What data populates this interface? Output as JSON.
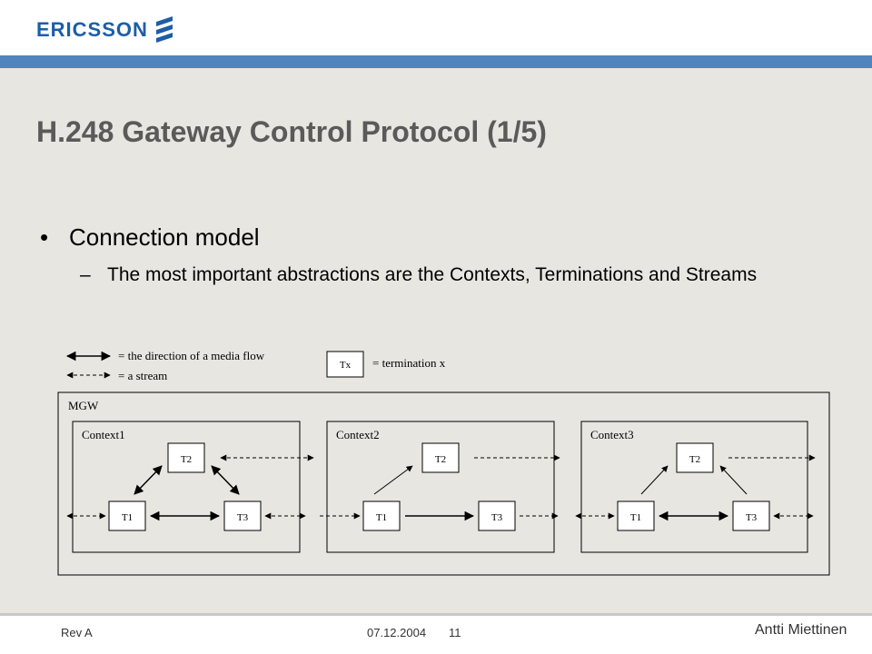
{
  "header": {
    "logo_text": "ERICSSON",
    "brand_color": "#1c5ea6",
    "bar_color": "#4f84bc"
  },
  "slide": {
    "title": "H.248 Gateway Control Protocol (1/5)",
    "bullet_symbol": "•",
    "bullet": "Connection model",
    "sub_symbol": "–",
    "sub_bullet": "The most important abstractions are the Contexts, Terminations and Streams"
  },
  "diagram": {
    "legend": {
      "media_flow": "= the direction of a media flow",
      "stream": "= a stream",
      "term_box": "Tx",
      "term_desc": "= termination x"
    },
    "mgw_label": "MGW",
    "contexts": [
      {
        "label": "Context1",
        "t1": "T1",
        "t2": "T2",
        "t3": "T3"
      },
      {
        "label": "Context2",
        "t1": "T1",
        "t2": "T2",
        "t3": "T3"
      },
      {
        "label": "Context3",
        "t1": "T1",
        "t2": "T2",
        "t3": "T3"
      }
    ]
  },
  "footer": {
    "rev": "Rev A",
    "date": "07.12.2004",
    "page": "11",
    "author": "Antti Miettinen"
  }
}
